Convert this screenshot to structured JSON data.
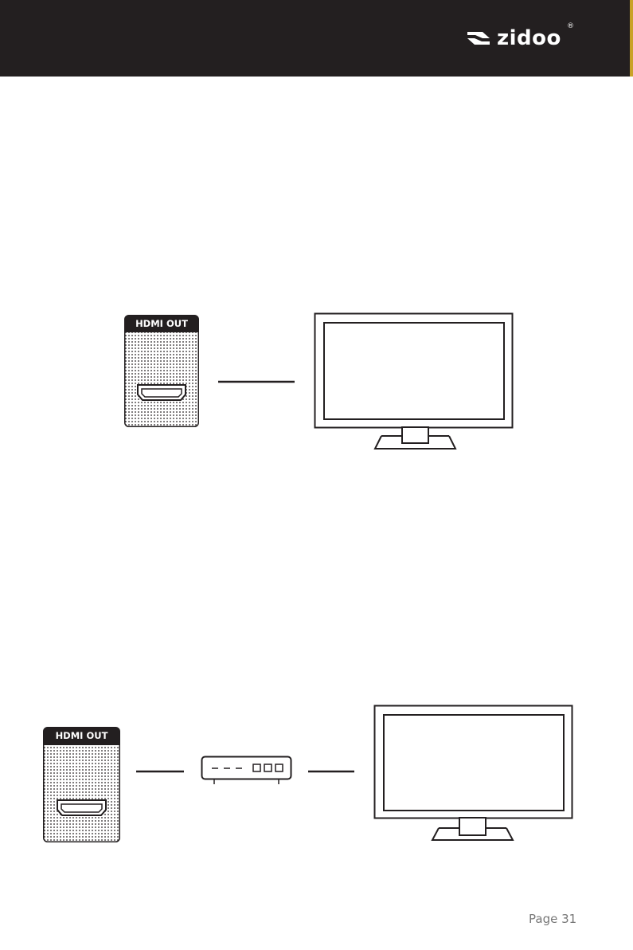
{
  "brand": {
    "logo_text": "zidoo",
    "registered_mark": "®"
  },
  "diagram_direct": {
    "port_label": "HDMI OUT"
  },
  "diagram_receiver": {
    "port_label": "HDMI OUT"
  },
  "footer": {
    "page_label": "Page 31"
  },
  "colors": {
    "header_bg": "#231f20",
    "header_accent": "#c9a227",
    "line": "#231f20"
  }
}
